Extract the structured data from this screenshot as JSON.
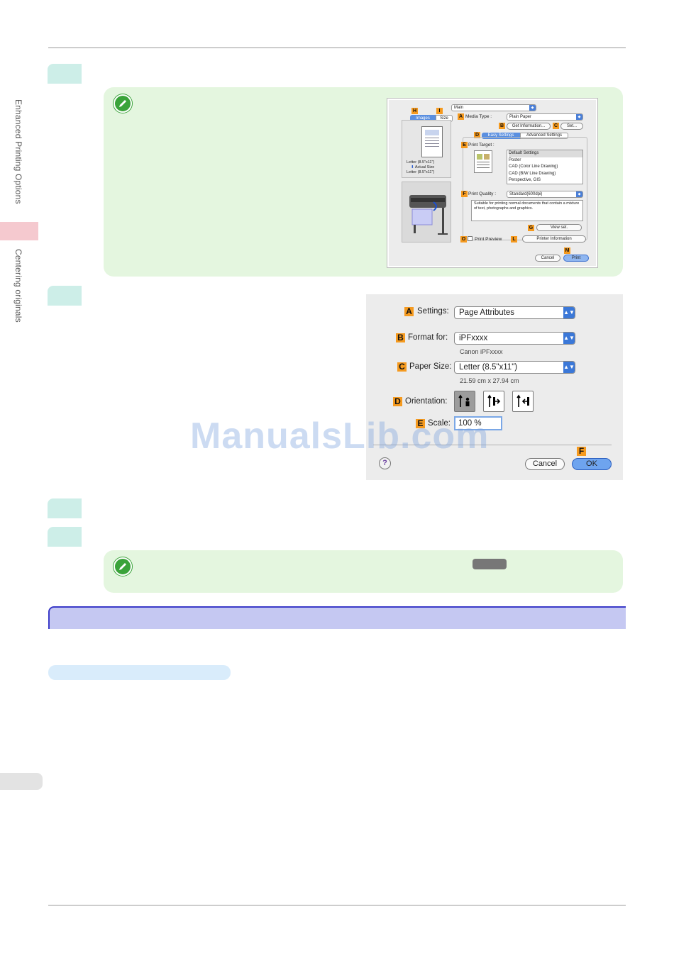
{
  "sidebar": {
    "section_label": "Enhanced Printing Options",
    "topic_label": "Centering originals"
  },
  "print_dialog": {
    "top_popup": "Main",
    "tab_images": "Images",
    "tab_size": "Size",
    "media_type_label": "Media Type :",
    "media_type_value": "Plain Paper",
    "get_info_button": "Get Information...",
    "set_button": "Set...",
    "tab_easy": "Easy Settings",
    "tab_advanced": "Advanced Settings",
    "print_target_label": "Print Target :",
    "print_target_items": [
      "Default Settings",
      "Poster",
      "CAD (Color Line Drawing)",
      "CAD (B/W Line Drawing)",
      "Perspective, GIS"
    ],
    "print_quality_label": "Print Quality :",
    "print_quality_value": "Standard(600dpi)",
    "quality_description": "Suitable for printing normal documents that contain a mixture of text, photographs and graphics.",
    "view_set_button": "View set.",
    "print_preview_label": "Print Preview",
    "printer_info_button": "Printer Information",
    "cancel_button": "Cancel",
    "print_button": "Print",
    "paper_line1": "Letter (8.5\"x11\")",
    "paper_line2": "Actual Size",
    "paper_line3": "Letter (8.5\"x11\")",
    "letters": {
      "a": "A",
      "b": "B",
      "c": "C",
      "d": "D",
      "e": "E",
      "f": "F",
      "g": "G",
      "h": "H",
      "i": "I",
      "l": "L",
      "m": "M",
      "o": "O"
    }
  },
  "page_setup": {
    "settings_label": "Settings:",
    "settings_value": "Page Attributes",
    "format_label": "Format for:",
    "format_value": "iPFxxxx",
    "format_sub": "Canon iPFxxxx",
    "paper_label": "Paper Size:",
    "paper_value": "Letter (8.5\"x11\")",
    "paper_sub": "21.59 cm x 27.94 cm",
    "orientation_label": "Orientation:",
    "scale_label": "Scale:",
    "scale_value": "100 %",
    "help_icon": "?",
    "cancel_button": "Cancel",
    "ok_button": "OK",
    "letters": {
      "a": "A",
      "b": "B",
      "c": "C",
      "d": "D",
      "e": "E",
      "f": "F"
    }
  },
  "watermark": "ManualsLib.com"
}
